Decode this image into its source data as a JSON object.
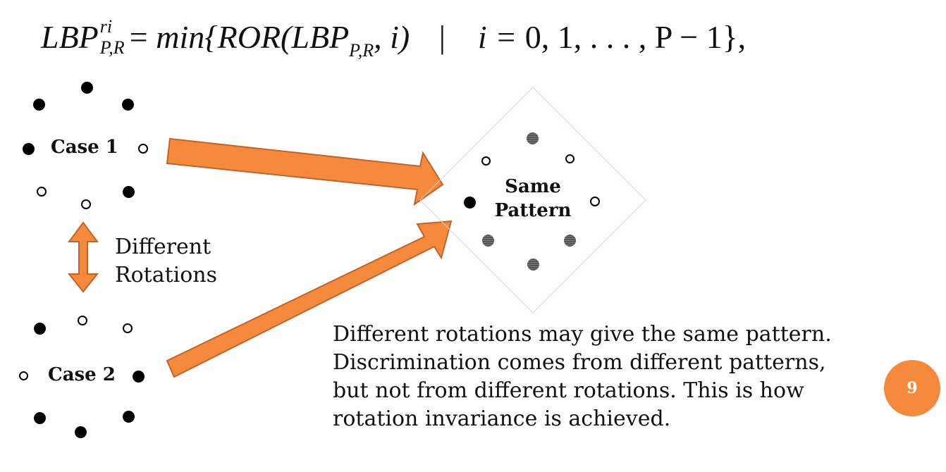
{
  "formula": {
    "lhs": "LBP",
    "lhs_sup": "ri",
    "lhs_sub": "P,R",
    "eq": "=",
    "min": "min{",
    "ror": "ROR(",
    "inner": "LBP",
    "inner_sub": "P,R",
    "inner_tail": ", i)",
    "bar": "|",
    "i_eq": "i = ",
    "range": "0, 1, . . . , P − 1},"
  },
  "case1_label": "Case 1",
  "case2_label": "Case 2",
  "rotation_label": [
    "Different",
    "Rotations"
  ],
  "same_pattern_label": [
    "Same",
    "Pattern"
  ],
  "paragraph": [
    "Different rotations may give the same pattern.",
    "Discrimination comes from different patterns,",
    "but not from different rotations. This is how",
    "rotation invariance is achieved."
  ],
  "page_number": "9",
  "colors": {
    "arrow_fill": "#f58a3c",
    "arrow_stroke": "#c0642a",
    "badge": "#f58a3c"
  }
}
